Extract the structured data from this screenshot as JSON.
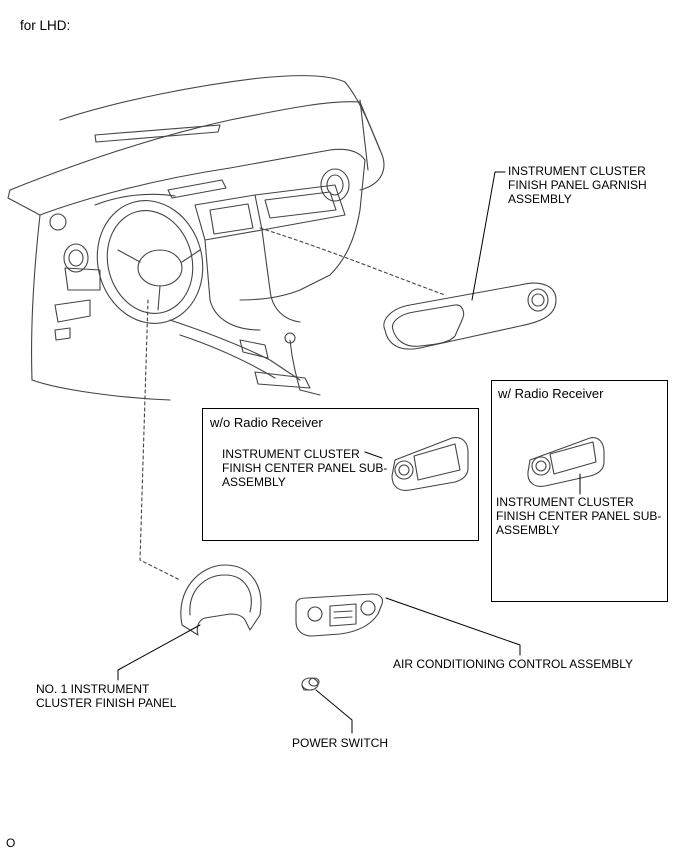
{
  "header": {
    "label": "for LHD:"
  },
  "callouts": {
    "garnish": "INSTRUMENT CLUSTER\nFINISH PANEL GARNISH\nASSEMBLY",
    "center_panel_wo": "INSTRUMENT CLUSTER\nFINISH CENTER PANEL SUB-\nASSEMBLY",
    "center_panel_w": "INSTRUMENT CLUSTER\nFINISH CENTER PANEL SUB-\nASSEMBLY",
    "finish_panel": "NO. 1 INSTRUMENT\nCLUSTER FINISH PANEL",
    "ac_control": "AIR CONDITIONING CONTROL ASSEMBLY",
    "power_switch": "POWER SWITCH"
  },
  "boxes": {
    "wo_radio": "w/o Radio Receiver",
    "w_radio": "w/ Radio Receiver"
  },
  "footer": {
    "id": "O"
  }
}
